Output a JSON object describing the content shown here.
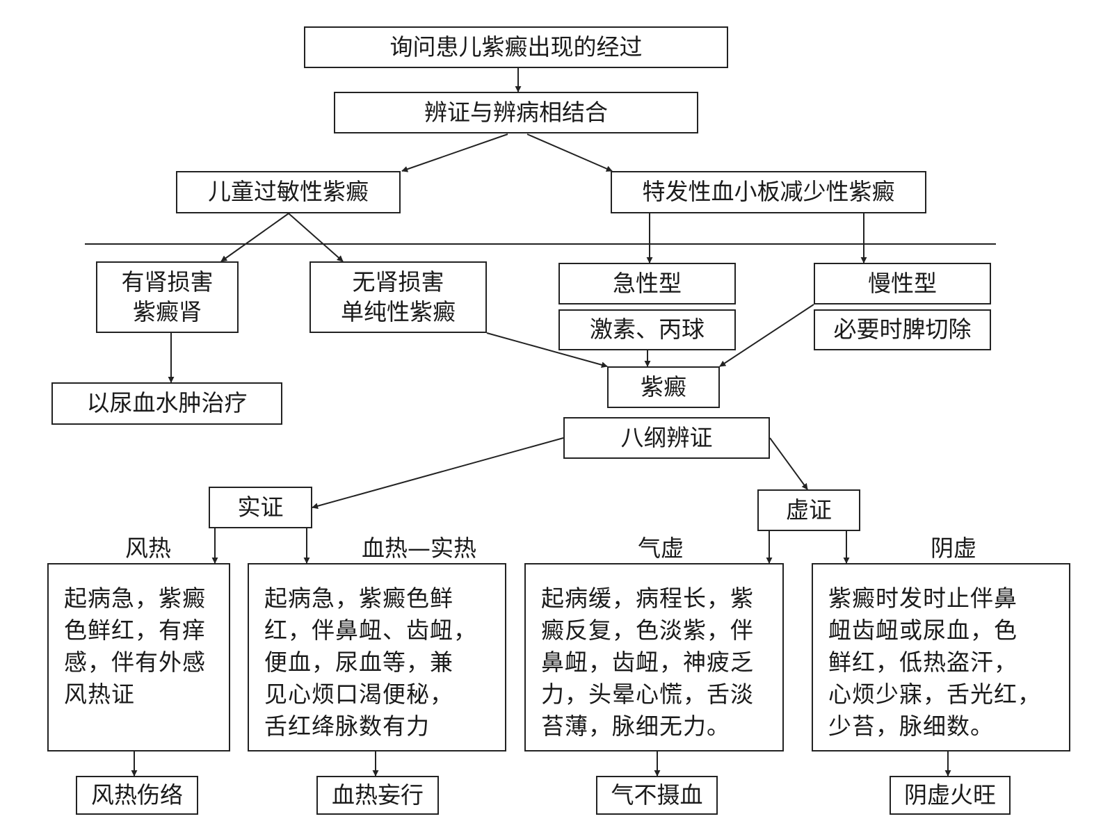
{
  "nodes": {
    "inquiry": "询问患儿紫癜出现的经过",
    "combine": "辨证与辨病相结合",
    "allergic": "儿童过敏性紫癜",
    "itp": "特发性血小板减少性紫癜",
    "renal_l1": "有肾损害",
    "renal_l2": "紫癜肾",
    "nonrenal_l1": "无肾损害",
    "nonrenal_l2": "单纯性紫癜",
    "acute": "急性型",
    "acute_tx": "激素、丙球",
    "chronic": "慢性型",
    "chronic_tx": "必要时脾切除",
    "urine": "以尿血水肿治疗",
    "purpura": "紫癜",
    "eight": "八纲辨证",
    "shi": "实证",
    "xu": "虚证"
  },
  "labels": {
    "fengre": "风热",
    "xuere": "血热—实热",
    "qixu": "气虚",
    "yinxu": "阴虚"
  },
  "descs": {
    "fengre": [
      "起病急，紫癜",
      "色鲜红，有痒",
      "感，伴有外感",
      "风热证"
    ],
    "xuere": [
      "起病急，紫癜色鲜",
      "红，伴鼻衄、齿衄，",
      "便血，尿血等，兼",
      "见心烦口渴便秘，",
      "舌红绛脉数有力"
    ],
    "qixu": [
      "起病缓，病程长，紫",
      "癜反复，色淡紫，伴",
      "鼻衄，齿衄，神疲乏",
      "力，头晕心慌，舌淡",
      "苔薄，脉细无力。"
    ],
    "yinxu": [
      "紫癜时发时止伴鼻",
      "衄齿衄或尿血，色",
      "鲜红，低热盗汗，",
      "心烦少寐，舌光红，",
      "少苔，脉细数。"
    ]
  },
  "outcomes": {
    "fengre": "风热伤络",
    "xuere": "血热妄行",
    "qixu": "气不摄血",
    "yinxu": "阴虚火旺"
  }
}
